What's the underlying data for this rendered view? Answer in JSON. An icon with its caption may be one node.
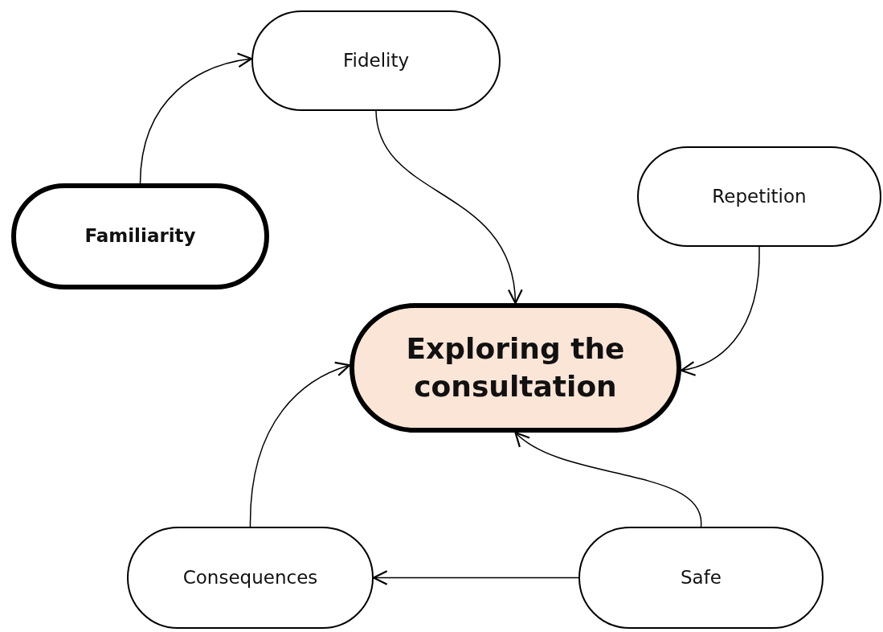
{
  "diagram": {
    "nodes": [
      {
        "text": [
          "Fidelity"
        ]
      },
      {
        "text": [
          "Familiarity"
        ]
      },
      {
        "text": [
          "Repetition"
        ]
      },
      {
        "text": [
          "Exploring the consultation"
        ]
      },
      {
        "text": [
          "Consequences"
        ]
      },
      {
        "text": [
          "Safe"
        ]
      }
    ],
    "edges": [
      {
        "from": 1,
        "to": 0,
        "arrow": "to"
      },
      {
        "from": 0,
        "to": 3,
        "arrow": "to"
      },
      {
        "from": 2,
        "to": 3,
        "arrow": "to"
      },
      {
        "from": 4,
        "to": 3,
        "arrow": "to"
      },
      {
        "from": 5,
        "to": 3,
        "arrow": "to"
      },
      {
        "from": 5,
        "to": 4,
        "arrow": "to"
      }
    ]
  }
}
